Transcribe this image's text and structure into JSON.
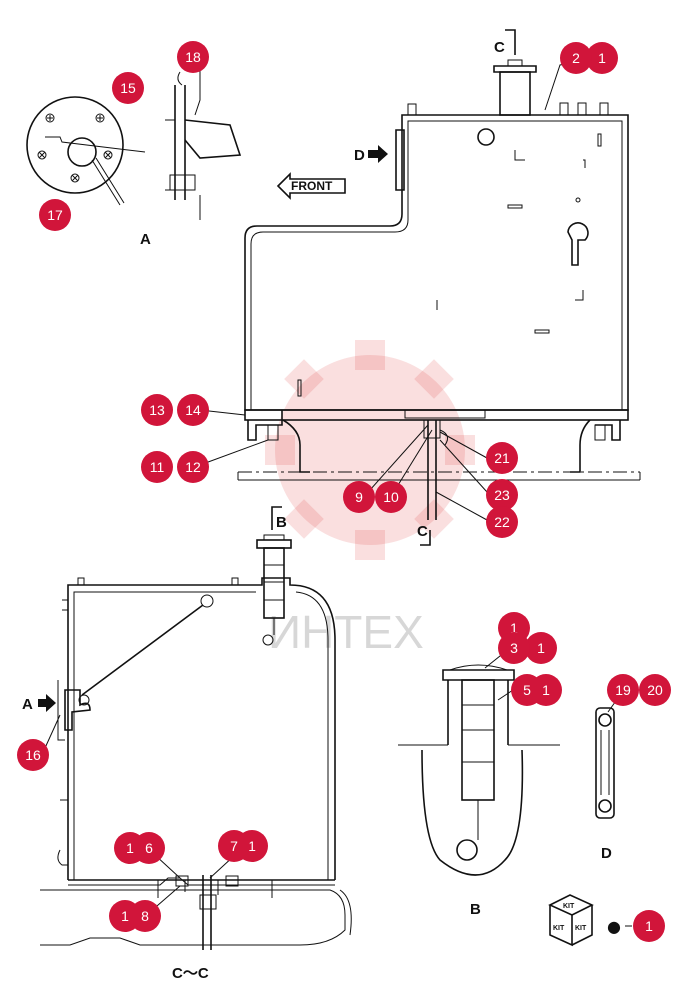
{
  "labels": {
    "view_a": "A",
    "view_b": "B",
    "view_d": "D",
    "section_cc": "C～C",
    "section_c_top": "C",
    "section_c_bottom": "C",
    "section_b_mark": "B",
    "arrow_d": "D",
    "arrow_a": "A",
    "front": "FRONT"
  },
  "watermark": "ИНТЕХ",
  "kit": {
    "box_text": "KIT",
    "dot": "●",
    "ref": "1"
  },
  "callouts": {
    "c18": "18",
    "c15": "15",
    "c17": "17",
    "c2": "2",
    "c1a": "1",
    "c13": "13",
    "c14": "14",
    "c11": "11",
    "c12": "12",
    "c9": "9",
    "c10": "10",
    "c21": "21",
    "c23": "23",
    "c22": "22",
    "c16": "16",
    "c6a": "1",
    "c6": "6",
    "c7": "7",
    "c7b": "1",
    "c8a": "1",
    "c8": "8",
    "c1b": "1",
    "c3": "3",
    "c1c": "1",
    "c5": "5",
    "c5b": "1",
    "c19": "19",
    "c20": "20",
    "ckit": "1"
  }
}
